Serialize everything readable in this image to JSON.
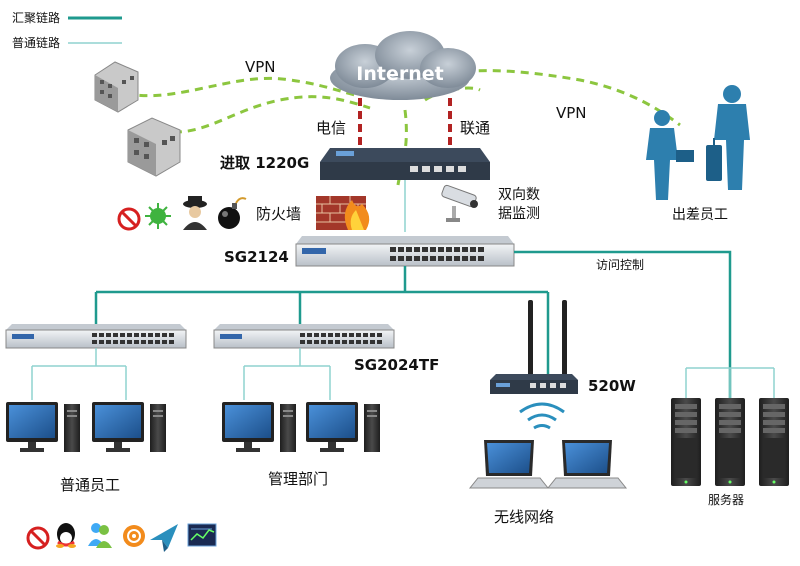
{
  "legend": {
    "aggregate_link": "汇聚链路",
    "normal_link": "普通链路"
  },
  "cloud": {
    "label": "Internet"
  },
  "labels": {
    "vpn_left": "VPN",
    "vpn_right": "VPN",
    "isp_telecom": "电信",
    "isp_unicom": "联通",
    "router": "进取 1220G",
    "firewall": "防火墙",
    "monitor_line1": "双向数",
    "monitor_line2": "据监测",
    "core_switch": "SG2124",
    "access_control": "访问控制",
    "travel_staff": "出差员工",
    "access_switch": "SG2024TF",
    "wireless_ap": "520W",
    "normal_staff": "普通员工",
    "management": "管理部门",
    "wireless_net": "无线网络",
    "servers": "服务器"
  },
  "colors": {
    "aggregate": "#1f9a8e",
    "normal": "#8fd2cf",
    "vpn": "#8cc63f",
    "isp": "#b22222",
    "cloud": "#8a96a3",
    "device_dark": "#2f3a48",
    "switch_body": "#d9dde2"
  },
  "icons": [
    "forbidden-icon",
    "virus-icon",
    "hacker-icon",
    "bomb-icon",
    "firewall-icon",
    "camera-icon",
    "qq-icon",
    "msn-icon",
    "p2p-icon",
    "feiq-icon",
    "stock-icon"
  ]
}
